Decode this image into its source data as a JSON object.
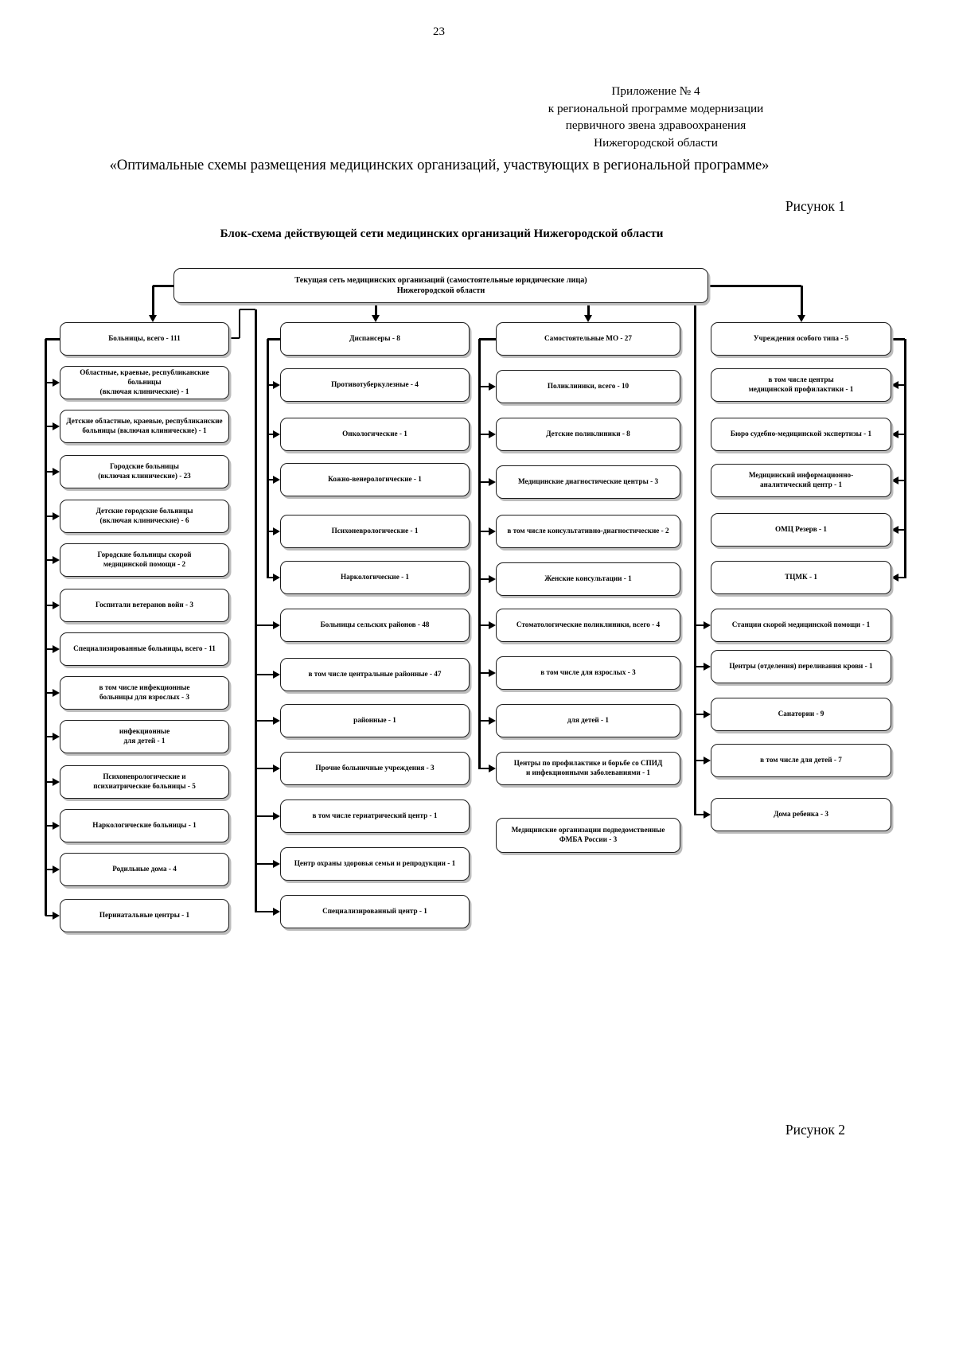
{
  "page": {
    "number": "23",
    "appendix": [
      "Приложение № 4",
      "к региональной программе модернизации",
      "первичного звена здравоохранения",
      "Нижегородской области"
    ],
    "title": "«Оптимальные схемы размещения медицинских организаций, участвующих в региональной программе»",
    "figure1_label": "Рисунок 1",
    "figure2_label": "Рисунок 2"
  },
  "diagram": {
    "title": "Блок-схема действующей сети медицинских организаций Нижегородской области",
    "root": {
      "lines": [
        "Текущая сеть медицинских организаций (самостоятельные юридические лица)",
        "Нижегородской области"
      ]
    },
    "columns": [
      {
        "id": "hospitals",
        "boxes": [
          "Больницы, всего - 111",
          "Областные, краевые, республиканские больницы\n(включая клинические) - 1",
          "Детские областные, краевые, республиканские\nбольницы (включая клинические) - 1",
          "Городские больницы\n(включая клинические) - 23",
          "Детские городские больницы\n(включая клинические) - 6",
          "Городские больницы скорой\nмедицинской помощи - 2",
          "Госпитали ветеранов войн - 3",
          "Специализированные больницы, всего - 11",
          "в том числе инфекционные\nбольницы для взрослых - 3",
          "инфекционные\nдля детей - 1",
          "Психоневрологические и\nпсихиатрические больницы - 5",
          "Наркологические больницы - 1",
          "Родильные дома - 4",
          "Перинатальные центры - 1"
        ]
      },
      {
        "id": "dispensaries",
        "boxes": [
          "Диспансеры - 8",
          "Противотуберкулезные - 4",
          "Онкологические - 1",
          "Кожно-венерологические - 1",
          "Психоневрологические - 1",
          "Наркологические - 1",
          "Больницы сельских районов - 48",
          "в том числе центральные районные - 47",
          "районные - 1",
          "Прочие больничные учреждения - 3",
          "в том числе гериатрический центр - 1",
          "Центр охраны здоровья семьи и репродукции - 1",
          "Специализированный центр - 1"
        ]
      },
      {
        "id": "independent-mo",
        "boxes": [
          "Самостоятельные МО - 27",
          "Поликлиники, всего - 10",
          "Детские поликлиники - 8",
          "Медицинские диагностические центры - 3",
          "в том числе консультативно-диагностические - 2",
          "Женские консультации - 1",
          "Стоматологические поликлиники, всего - 4",
          "в том числе для взрослых - 3",
          "для детей - 1",
          "Центры по профилактике и борьбе со СПИД\nи инфекционными заболеваниями - 1"
        ],
        "standalone": "Медицинские организации подведомственные\nФМБА России - 3"
      },
      {
        "id": "special-type",
        "boxes": [
          "Учреждения особого типа - 5",
          "в том числе центры\nмедицинской профилактики - 1",
          "Бюро судебно-медицинской экспертизы - 1",
          "Медицинский информационно-\nаналитический центр - 1",
          "ОМЦ Резерв - 1",
          "ТЦМК - 1",
          "Станции скорой медицинской помощи - 1",
          "Центры (отделения) переливания крови - 1",
          "Санатории - 9",
          "в том числе для детей - 7",
          "Дома ребенка - 3"
        ]
      }
    ]
  }
}
